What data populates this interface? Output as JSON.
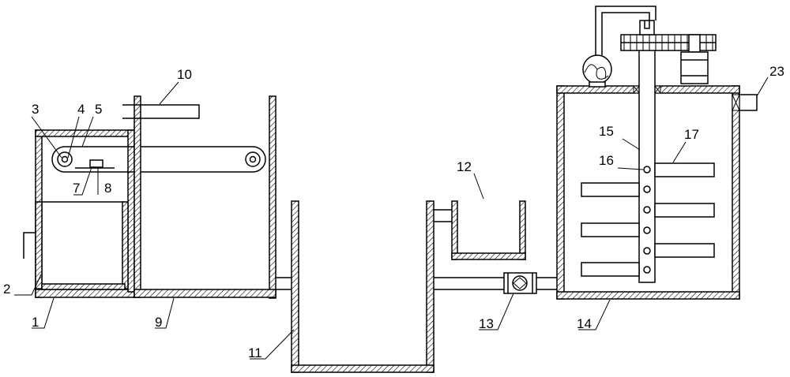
{
  "labels": [
    {
      "id": "1",
      "text": "1"
    },
    {
      "id": "2",
      "text": "2"
    },
    {
      "id": "3",
      "text": "3"
    },
    {
      "id": "4",
      "text": "4"
    },
    {
      "id": "5",
      "text": "5"
    },
    {
      "id": "7",
      "text": "7"
    },
    {
      "id": "8",
      "text": "8"
    },
    {
      "id": "9",
      "text": "9"
    },
    {
      "id": "10",
      "text": "10"
    },
    {
      "id": "11",
      "text": "11"
    },
    {
      "id": "12",
      "text": "12"
    },
    {
      "id": "13",
      "text": "13"
    },
    {
      "id": "14",
      "text": "14"
    },
    {
      "id": "15",
      "text": "15"
    },
    {
      "id": "16",
      "text": "16"
    },
    {
      "id": "17",
      "text": "17"
    },
    {
      "id": "23",
      "text": "23"
    }
  ]
}
